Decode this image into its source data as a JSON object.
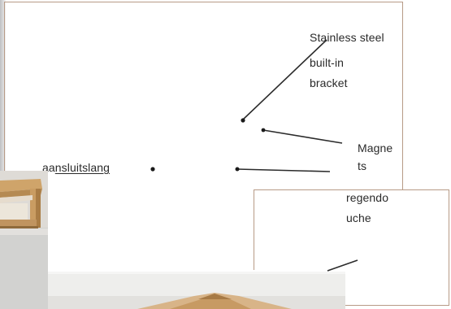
{
  "callouts": {
    "stainless_line1": "Stainless steel",
    "stainless_line2": "built-in",
    "stainless_line3": "bracket",
    "magnets_line1": "Magne",
    "magnets_line2": "ts",
    "rain_line1": "regendo",
    "rain_line2": "uche",
    "hose_prefix": "aa",
    "hose_underlined": "nsluitslang"
  },
  "colors": {
    "frame": "#b79a86",
    "leader_line": "#2b2b2b",
    "wood": "#c9a06a"
  }
}
